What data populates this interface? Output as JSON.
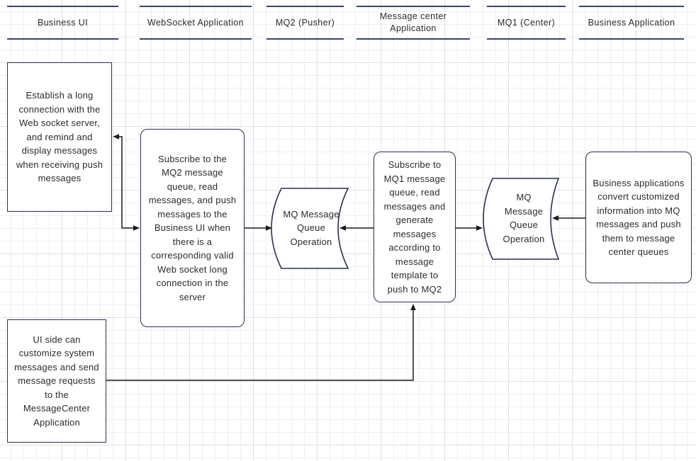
{
  "lanes": [
    {
      "label": "Business UI"
    },
    {
      "label": "WebSocket Application"
    },
    {
      "label": "MQ2 (Pusher)"
    },
    {
      "label": "Message center Application"
    },
    {
      "label": "MQ1 (Center)"
    },
    {
      "label": "Business Application"
    }
  ],
  "nodes": {
    "establish_connection": {
      "text": "Establish a long connection with the Web socket server, and remind and display messages when receiving push messages"
    },
    "subscribe_mq2": {
      "text": "Subscribe to the MQ2 message queue, read messages, and push messages to the Business UI when there is a corresponding valid Web socket long connection in the server"
    },
    "mq2_operation": {
      "text": "MQ Message Queue Operation"
    },
    "subscribe_mq1": {
      "text": "Subscribe to MQ1 message queue, read messages and generate messages according to message template to push to MQ2"
    },
    "mq1_operation": {
      "text": "MQ Message Queue Operation"
    },
    "business_app": {
      "text": "Business applications convert customized information into MQ messages and push them to message center queues"
    },
    "ui_customize": {
      "text": "UI side can customize system messages and send message requests to the MessageCenter Application"
    }
  },
  "colors": {
    "lane_line": "#39455f",
    "node_border": "#28314e",
    "connector": "#1a1a1a",
    "text": "#2b2b2b",
    "grid_minor": "#efefef",
    "grid_major": "#e1e1e1",
    "background": "#ffffff"
  }
}
